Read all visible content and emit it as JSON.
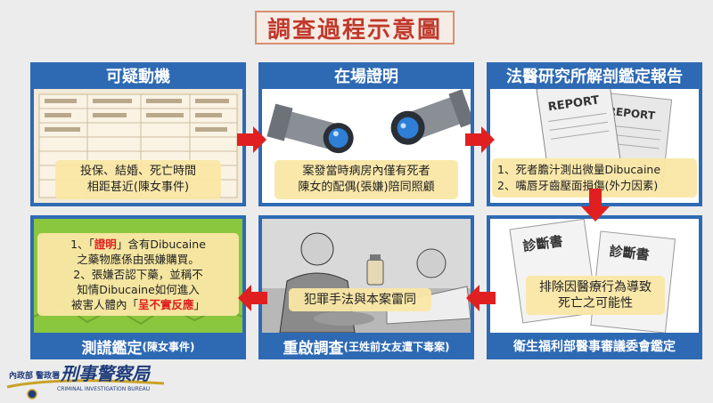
{
  "title": "調查過程示意圖",
  "panels": {
    "motive": {
      "header": "可疑動機",
      "note": [
        "投保、結婚、死亡時間",
        "相距甚近(陳女事件)"
      ]
    },
    "presence": {
      "header": "在場證明",
      "note": [
        "案發當時病房內僅有死者",
        "陳女的配偶(張嫌)陪同照顧"
      ]
    },
    "forensic": {
      "header": "法醫研究所解剖鑑定報告",
      "report_label": "REPORT",
      "note": [
        "1、死者膽汁測出微量Dibucaine",
        "2、嘴唇牙齒壓面損傷(外力因素)"
      ]
    },
    "polygraph": {
      "footer_main": "測謊鑑定",
      "footer_sub": "(陳女事件)",
      "line1_a": "1、「",
      "line1_red": "證明",
      "line1_b": "」含有Dibucaine",
      "line2": "之藥物應係由張嫌購買。",
      "line3": "2、張嫌否認下藥，並稱不",
      "line4": "知情Dibucaine如何進入",
      "line5_a": "被害人體內「",
      "line5_red": "呈不實反應",
      "line5_b": "」"
    },
    "reinvestigation": {
      "footer_main": "重啟調查",
      "footer_sub": "(王姓前女友遭下毒案)",
      "note": "犯罪手法與本案雷同"
    },
    "medical": {
      "footer_main": "衛生福利部醫事審議委會鑑定",
      "cert_label": "診斷書",
      "note": [
        "排除因醫療行為導致",
        "死亡之可能性"
      ]
    }
  },
  "logo": {
    "ministry": "內政部 警政署",
    "agency": "刑事警察局",
    "english": "CRIMINAL INVESTIGATION BUREAU"
  },
  "colors": {
    "panel_blue": "#2e6ab3",
    "arrow_red": "#e02020",
    "note_yellow": "#fae7a5",
    "title_red": "#c0392b"
  }
}
